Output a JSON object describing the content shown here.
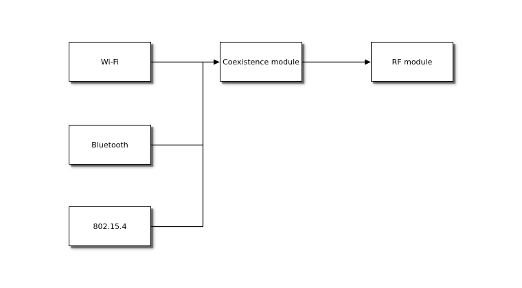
{
  "diagram": {
    "type": "block-diagram",
    "nodes": {
      "wifi": {
        "label": "Wi-Fi"
      },
      "bluetooth": {
        "label": "Bluetooth"
      },
      "ieee802154": {
        "label": "802.15.4"
      },
      "coexistence": {
        "label": "Coexistence module"
      },
      "rf": {
        "label": "RF module"
      }
    },
    "edges": [
      {
        "from": "Wi-Fi",
        "to": "Coexistence module",
        "arrow": true
      },
      {
        "from": "Bluetooth",
        "to": "Coexistence module",
        "arrow": true
      },
      {
        "from": "802.15.4",
        "to": "Coexistence module",
        "arrow": true
      },
      {
        "from": "Coexistence module",
        "to": "RF module",
        "arrow": true
      }
    ],
    "colors": {
      "background": "#ffffff",
      "node_fill": "#ffffff",
      "node_border": "#000000",
      "wire": "#000000",
      "text": "#000000"
    }
  }
}
